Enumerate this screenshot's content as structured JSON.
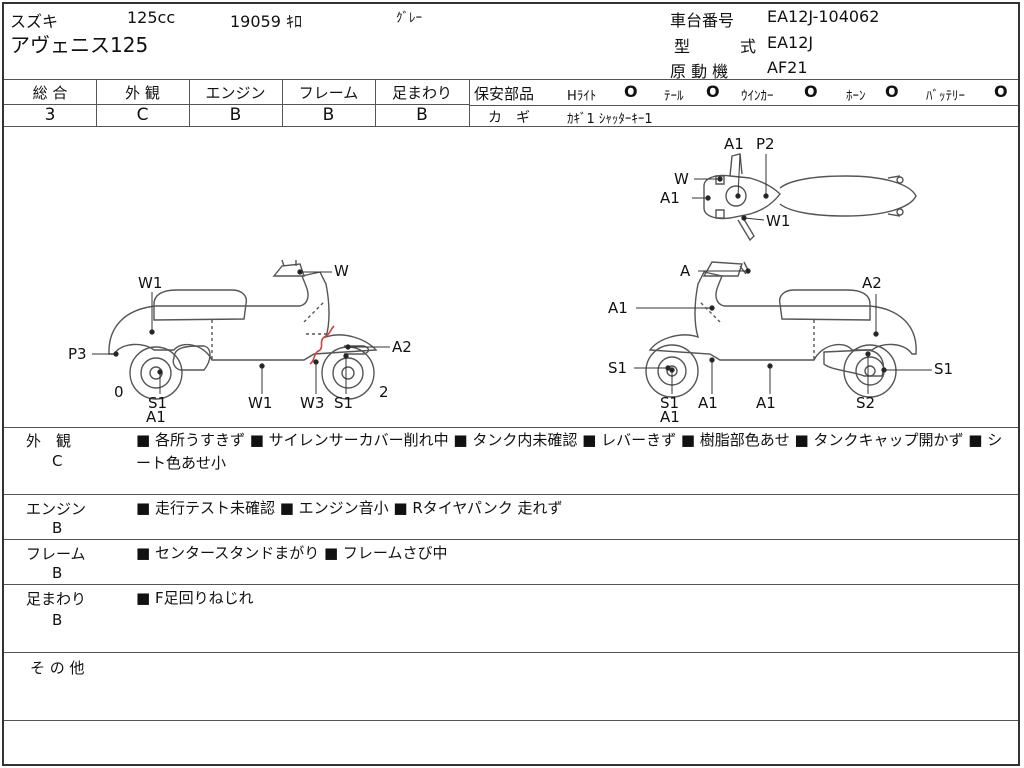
{
  "header": {
    "maker": "スズキ",
    "displacement": "125cc",
    "mileage": "19059 ｷﾛ",
    "color": "ｸﾞﾚｰ",
    "model_name": "アヴェニス125",
    "frame_label": "車台番号",
    "frame_value": "EA12J-104062",
    "type_label_1": "型",
    "type_label_2": "式",
    "type_value": "EA12J",
    "engine_label": "原 動 機",
    "engine_value": "AF21"
  },
  "grades": [
    {
      "label": "総 合",
      "value": "3"
    },
    {
      "label": "外 観",
      "value": "C"
    },
    {
      "label": "エンジン",
      "value": "B"
    },
    {
      "label": "フレーム",
      "value": "B"
    },
    {
      "label": "足まわり",
      "value": "B"
    }
  ],
  "safety": {
    "title": "保安部品",
    "items": [
      {
        "label": "Hﾗｲﾄ",
        "mark": "O"
      },
      {
        "label": "ﾃｰﾙ",
        "mark": "O"
      },
      {
        "label": "ｳｲﾝｶｰ",
        "mark": "O"
      },
      {
        "label": "ﾎｰﾝ",
        "mark": "O"
      },
      {
        "label": "ﾊﾞｯﾃﾘｰ",
        "mark": "O"
      }
    ],
    "key_label": "カ　ギ",
    "key_value": "ｶｷﾞ1 ｼｬｯﾀｰｷｰ1"
  },
  "diagram": {
    "left": [
      "W1",
      "W",
      "P3",
      "A2",
      "0",
      "2",
      "S1",
      "A1",
      "W1",
      "W3",
      "S1"
    ],
    "top": [
      "A1",
      "P2",
      "W",
      "A1",
      "W1"
    ],
    "right": [
      "A",
      "A2",
      "A1",
      "S1",
      "S1",
      "S1",
      "A1",
      "A1",
      "A1",
      "S2"
    ]
  },
  "sections": [
    {
      "label": "外　観",
      "grade": "C",
      "text": "■ 各所うすきず ■ サイレンサーカバー削れ中 ■ タンク内未確認 ■ レバーきず ■ 樹脂部色あせ ■ タンクキャップ開かず ■ シート色あせ小"
    },
    {
      "label": "エンジン",
      "grade": "B",
      "text": "■ 走行テスト未確認 ■ エンジン音小 ■ Rタイヤパンク 走れず"
    },
    {
      "label": "フレーム",
      "grade": "B",
      "text": "■ センタースタンドまがり ■ フレームさび中"
    },
    {
      "label": "足まわり",
      "grade": "B",
      "text": "■ F足回りねじれ"
    },
    {
      "label": "そ の 他",
      "grade": "",
      "text": ""
    }
  ]
}
